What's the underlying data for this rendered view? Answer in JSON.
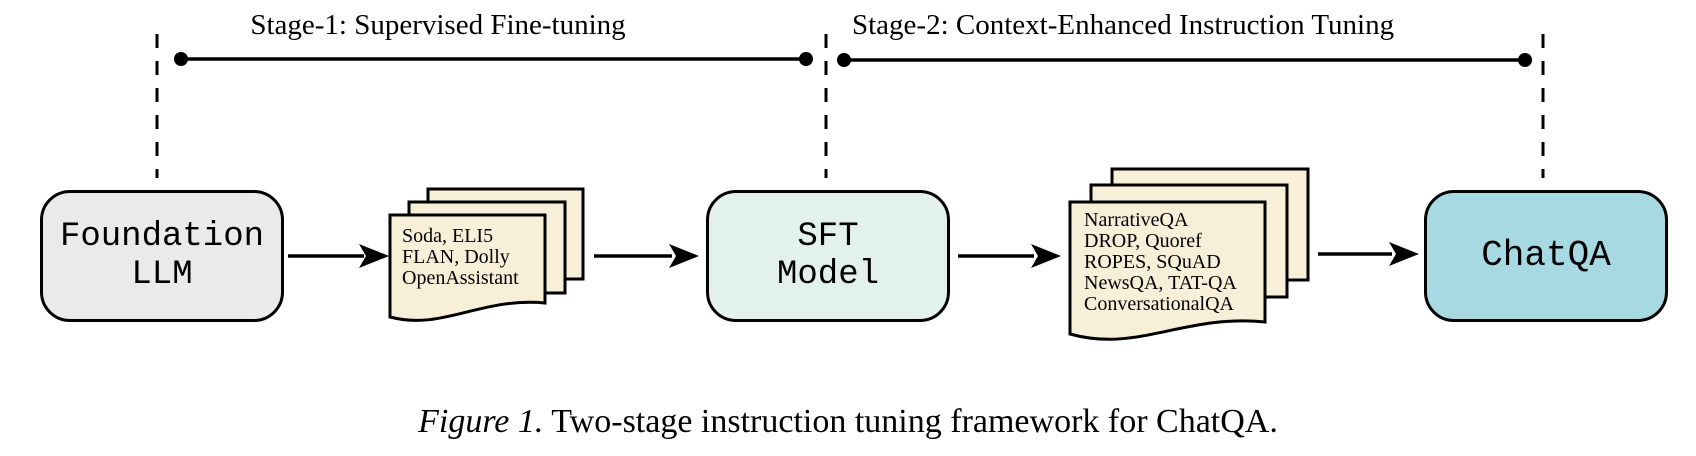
{
  "figure": {
    "caption_prefix": "Figure 1.",
    "caption_text": " Two-stage instruction tuning framework for ChatQA."
  },
  "stages": [
    {
      "label": "Stage-1: Supervised Fine-tuning"
    },
    {
      "label": "Stage-2: Context-Enhanced Instruction Tuning"
    }
  ],
  "nodes": {
    "foundation_llm": {
      "line1": "Foundation",
      "line2": "LLM"
    },
    "sft_model": {
      "line1": "SFT",
      "line2": "Model"
    },
    "chatqa": {
      "label": "ChatQA"
    }
  },
  "datasets": {
    "stage1": {
      "lines": [
        "Soda, ELI5",
        "FLAN, Dolly",
        "OpenAssistant"
      ]
    },
    "stage2": {
      "lines": [
        "NarrativeQA",
        "DROP, Quoref",
        "ROPES, SQuAD",
        "NewsQA, TAT-QA",
        "ConversationalQA"
      ]
    }
  },
  "colors": {
    "foundation_fill": "#eaeaea",
    "sft_fill": "#e3f1ec",
    "chatqa_fill": "#a6d9e2",
    "doc_fill": "#f8efd8",
    "line_color": "#000000"
  }
}
